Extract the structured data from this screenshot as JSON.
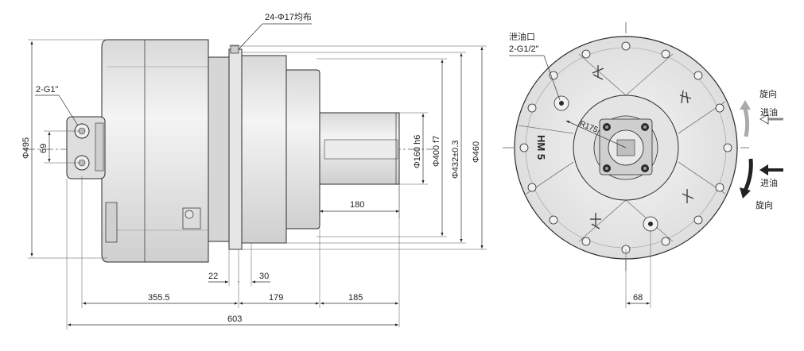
{
  "side_view": {
    "bolt_pattern": "24-Φ17均布",
    "port": "2-G1\"",
    "dia_495": "Φ495",
    "dim_69": "69",
    "shaft_dia": "Φ160 h6",
    "pilot_dia": "Φ400 f7",
    "bolt_circle_dia": "Φ432±0.3",
    "outer_dia": "Φ460",
    "shaft_length": "180",
    "dim_22": "22",
    "dim_30": "30",
    "dim_355": "355.5",
    "dim_179": "179",
    "dim_185": "185",
    "total_length": "603"
  },
  "front_view": {
    "drain_label_line1": "泄油口",
    "drain_label_line2": "2-G1/2\"",
    "radius": "R175",
    "model": "HM 5",
    "dim_68": "68",
    "rotation_top": "旋向",
    "oil_in_top": "进油",
    "oil_in_bottom": "进油",
    "rotation_bottom": "旋向"
  },
  "colors": {
    "body_fill": "#e9e9e9",
    "body_dark": "#c8c8c8",
    "outline": "#2b2b2b",
    "dimension": "#333333",
    "arrow_fill": "#222222"
  }
}
